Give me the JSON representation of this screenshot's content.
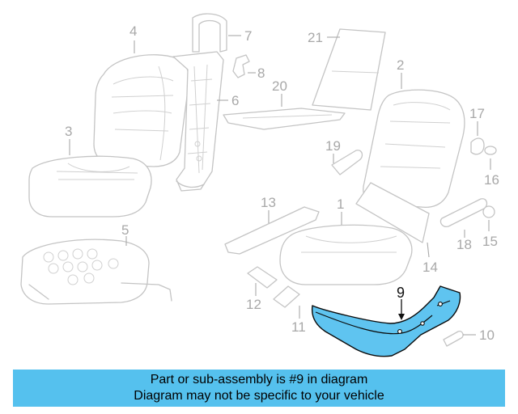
{
  "callouts": {
    "c1": "1",
    "c2": "2",
    "c3": "3",
    "c4": "4",
    "c5": "5",
    "c6": "6",
    "c7": "7",
    "c8": "8",
    "c9": "9",
    "c10": "10",
    "c11": "11",
    "c12": "12",
    "c13": "13",
    "c14": "14",
    "c15": "15",
    "c16": "16",
    "c17": "17",
    "c18": "18",
    "c19": "19",
    "c20": "20",
    "c21": "21"
  },
  "highlighted_part": "9",
  "banner": {
    "line1": "Part or sub-assembly is #9 in diagram",
    "line2": "Diagram may not be specific to your vehicle"
  },
  "colors": {
    "highlight": "#5fc4f0",
    "banner": "#55c1ee",
    "outline": "#c4c4c4"
  }
}
